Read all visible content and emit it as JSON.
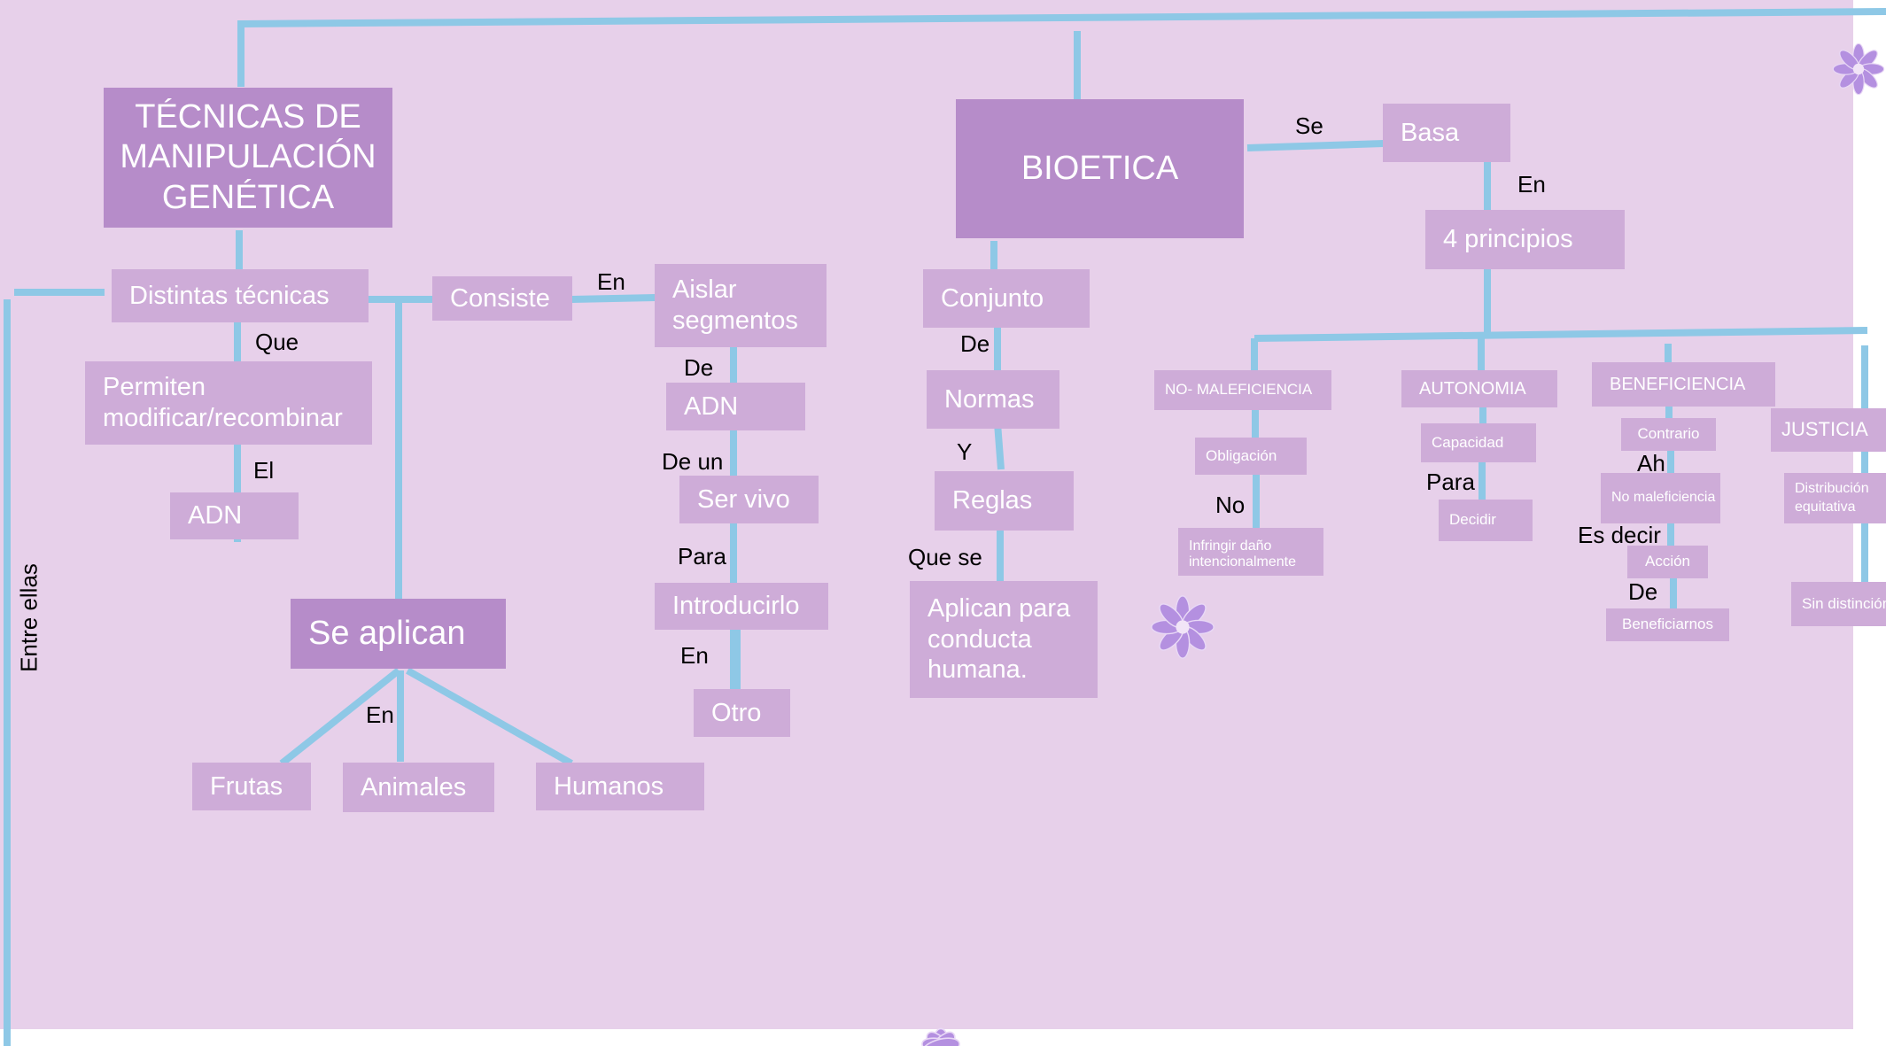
{
  "colors": {
    "background": "#e7d0ea",
    "connector": "#8ec8e6",
    "box_light": "#ceacd8",
    "box_dark": "#b68cc9",
    "box_text": "#ffffff"
  },
  "left": {
    "title": "TÉCNICAS DE MANIPULACIÓN GENÉTICA",
    "distintas": "Distintas técnicas",
    "que": "Que",
    "permiten": "Permiten modificar/recombinar",
    "el": "El",
    "adn": "ADN",
    "entre_ellas": "Entre ellas",
    "consiste": "Consiste",
    "en1": "En",
    "aislar": "Aislar segmentos",
    "de1": "De",
    "adn2": "ADN",
    "de_un": "De un",
    "ser_vivo": "Ser vivo",
    "para": "Para",
    "introducirlo": "Introducirlo",
    "en2": "En",
    "otro": "Otro",
    "se_aplican": "Se aplican",
    "en3": "En",
    "frutas": "Frutas",
    "animales": "Animales",
    "humanos": "Humanos"
  },
  "right": {
    "title": "BIOETICA",
    "se": "Se",
    "basa": "Basa",
    "en": "En",
    "principios": "4 principios",
    "conjunto": "Conjunto",
    "de": "De",
    "normas": "Normas",
    "y": "Y",
    "reglas": "Reglas",
    "que_se": "Que se",
    "aplican": "Aplican para conducta humana.",
    "no_maleficiencia": "NO- MALEFICIENCIA",
    "obligacion": "Obligación",
    "no": "No",
    "infringir": "Infringir daño intencionalmente",
    "autonomia": "AUTONOMIA",
    "capacidad": "Capacidad",
    "para": "Para",
    "decidir": "Decidir",
    "beneficiencia": "BENEFICIENCIA",
    "contrario": "Contrario",
    "ah": "Ah",
    "no_maleficiencia2": "No maleficiencia",
    "es_decir": "Es decir",
    "accion": "Acción",
    "de2": "De",
    "beneficiarnos": "Beneficiarnos",
    "justicia": "JUSTICIA",
    "distribucion": "Distribución equitativa",
    "sin_distincion": "Sin distinción"
  },
  "icons": [
    "flower-icon",
    "flower-icon",
    "flower-icon"
  ]
}
